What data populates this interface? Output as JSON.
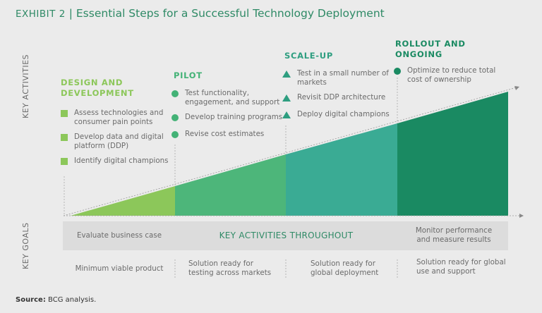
{
  "title": {
    "exhibit": "EXHIBIT 2",
    "separator": "|",
    "text": "Essential Steps for a Successful Technology Deployment"
  },
  "axis_labels": {
    "activities": "KEY ACTIVITIES",
    "goals": "KEY GOALS"
  },
  "colors": {
    "design": "#8cc75a",
    "pilot": "#4db67a",
    "scale": "#3aab94",
    "rollout": "#1a8a62",
    "heading": "#2f8a66"
  },
  "phases": [
    {
      "name": "DESIGN AND DEVELOPMENT",
      "items": [
        "Assess technologies and consumer pain points",
        "Develop data and digital platform (DDP)",
        "Identify digital champions"
      ]
    },
    {
      "name": "PILOT",
      "items": [
        "Test functionality, engagement, and support",
        "Develop training programs",
        "Revise cost estimates"
      ]
    },
    {
      "name": "SCALE-UP",
      "items": [
        "Test in a small number of markets",
        "Revisit DDP architecture",
        "Deploy digital champions"
      ]
    },
    {
      "name": "ROLLOUT AND ONGOING",
      "items": [
        "Optimize to reduce total cost of ownership"
      ]
    }
  ],
  "band": {
    "left": "Evaluate business case",
    "center": "KEY ACTIVITIES THROUGHOUT",
    "right": "Monitor performance and measure results"
  },
  "goals": [
    "Minimum viable product",
    "Solution ready for testing across markets",
    "Solution ready for global deployment",
    "Solution ready for global use and support"
  ],
  "source": {
    "label": "Source:",
    "text": "BCG analysis."
  }
}
